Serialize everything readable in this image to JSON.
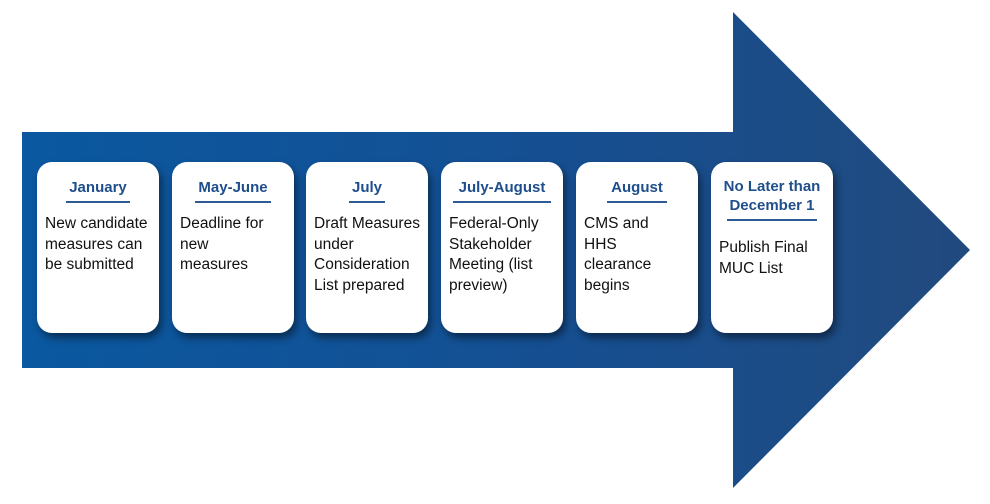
{
  "diagram": {
    "type": "timeline-arrow",
    "colors": {
      "arrow_left": "#0a58a0",
      "arrow_right": "#204b80",
      "card_bg": "#ffffff",
      "heading": "#1f4e8c",
      "body_text": "#111111"
    },
    "steps": [
      {
        "period": "January",
        "description": "New candidate measures can be submitted"
      },
      {
        "period": "May-June",
        "description": "Deadline for new measures"
      },
      {
        "period": "July",
        "description": "Draft Measures under Consideration List prepared"
      },
      {
        "period": "July-August",
        "description": "Federal-Only Stakeholder Meeting (list preview)"
      },
      {
        "period": "August",
        "description": "CMS and HHS clearance begins"
      },
      {
        "period": "No Later than December 1",
        "description": "Publish Final MUC List"
      }
    ]
  }
}
